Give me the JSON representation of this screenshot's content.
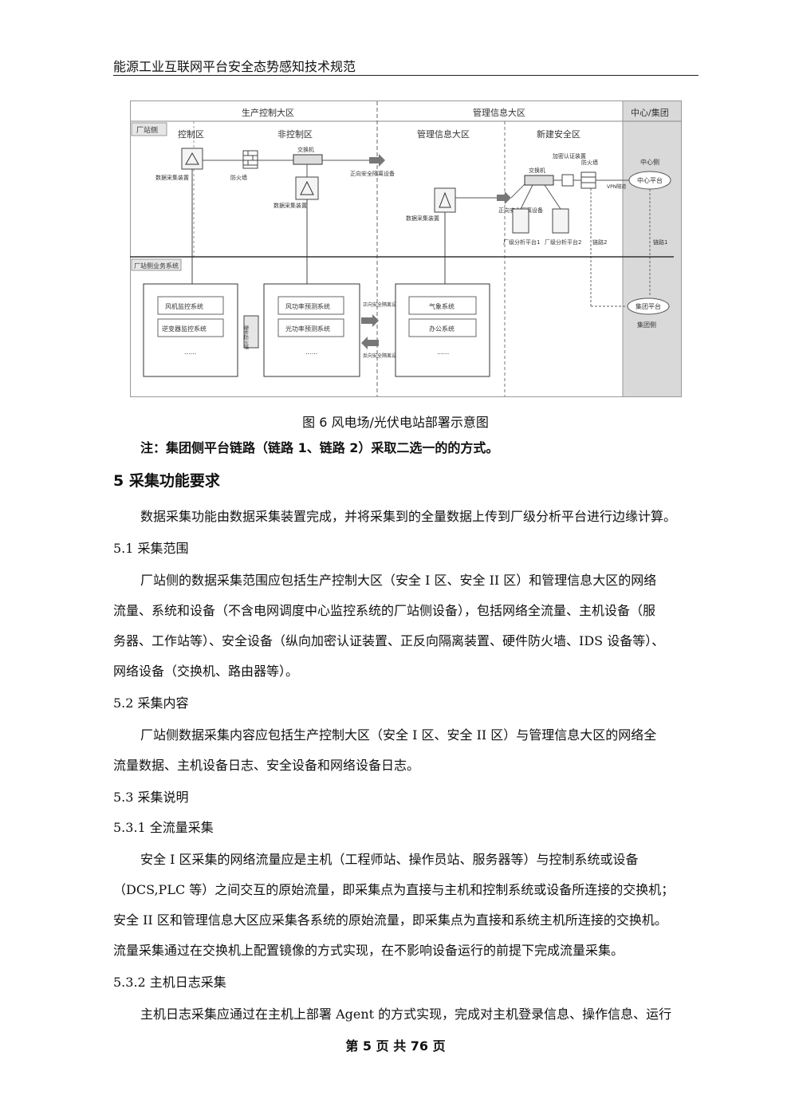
{
  "header": {
    "title": "能源工业互联网平台安全态势感知技术规范"
  },
  "figure": {
    "zones": {
      "production": "生产控制大区",
      "management": "管理信息大区",
      "center": "中心/集团"
    },
    "plant_side": "厂站侧",
    "subzones": {
      "control": "控制区",
      "noncontrol": "非控制区",
      "mgmt_info": "管理信息大区",
      "new_security": "新建安全区"
    },
    "devices": {
      "collector1": "数据采集装置",
      "firewall": "防火墙",
      "switch1": "交换机",
      "collector2": "数据采集装置",
      "forward_isolation": "正向安全隔离设备",
      "collector3": "数据采集装置",
      "reverse_isolation": "正向安全隔离设备",
      "switch2": "交换机",
      "auth_gateway": "加密认证装置",
      "firewall2": "防火墙",
      "analysis1": "厂级分析平台1",
      "analysis2": "厂级分析平台2",
      "center_side": "中心侧",
      "center_platform": "中心平台",
      "vpn": "VPN隧道",
      "link2": "链路2",
      "link1": "链路1",
      "group_platform": "集团平台",
      "group_side": "集团侧"
    },
    "business": {
      "label": "厂站侧业务系统",
      "sys_a1": "风机监控系统",
      "sys_a2": "逆变器监控系统",
      "sys_b1": "风功率预测系统",
      "sys_b2": "光功率预测系统",
      "sys_c1": "气象系统",
      "sys_c2": "办公系统",
      "ellipsis": "......",
      "hw_firewall": "硬件防火墙",
      "forward_iso": "正向安全隔离设备",
      "reverse_iso": "反向安全隔离设备"
    }
  },
  "caption": "图 6 风电场/光伏电站部署示意图",
  "note": "注：集团侧平台链路（链路 1、链路 2）采取二选一的的方式。",
  "section5": {
    "title": "5 采集功能要求"
  },
  "para_intro": "数据采集功能由数据采集装置完成，并将采集到的全量数据上传到厂级分析平台进行边缘计算。",
  "s51": {
    "title": "5.1  采集范围"
  },
  "s51_lines": [
    "厂站侧的数据采集范围应包括生产控制大区（安全 I 区、安全 II 区）和管理信息大区的网络",
    "流量、系统和设备（不含电网调度中心监控系统的厂站侧设备），包括网络全流量、主机设备（服",
    "务器、工作站等）、安全设备（纵向加密认证装置、正反向隔离装置、硬件防火墙、IDS 设备等）、",
    "网络设备（交换机、路由器等）。"
  ],
  "s52": {
    "title": "5.2  采集内容"
  },
  "s52_lines": [
    "厂站侧数据采集内容应包括生产控制大区（安全 I 区、安全 II 区）与管理信息大区的网络全",
    "流量数据、主机设备日志、安全设备和网络设备日志。"
  ],
  "s53": {
    "title": "5.3  采集说明"
  },
  "s531": {
    "title": "5.3.1  全流量采集"
  },
  "s531_lines": [
    "安全 I 区采集的网络流量应是主机（工程师站、操作员站、服务器等）与控制系统或设备",
    "（DCS,PLC 等）之间交互的原始流量，即采集点为直接与主机和控制系统或设备所连接的交换机；",
    "安全 II 区和管理信息大区应采集各系统的原始流量，即采集点为直接和系统主机所连接的交换机。",
    "流量采集通过在交换机上配置镜像的方式实现，在不影响设备运行的前提下完成流量采集。"
  ],
  "s532": {
    "title": "5.3.2  主机日志采集"
  },
  "s532_lines": [
    "主机日志采集应通过在主机上部署 Agent 的方式实现，完成对主机登录信息、操作信息、运行"
  ],
  "footer": "第 5 页 共 76 页"
}
